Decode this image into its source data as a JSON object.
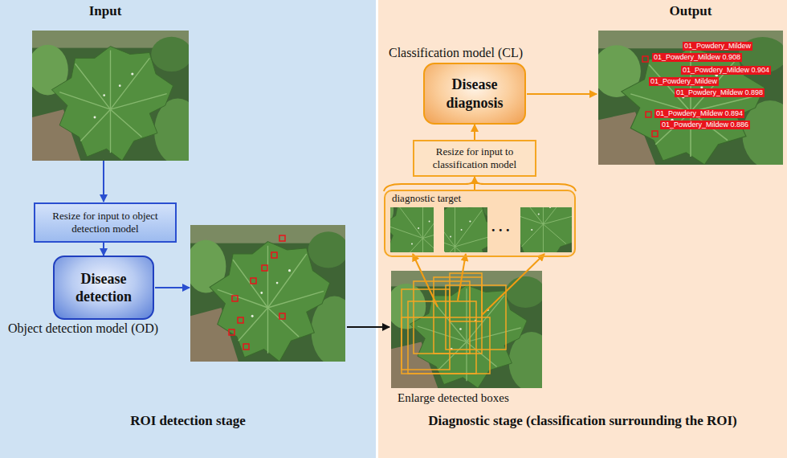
{
  "diagram": {
    "nodes": [
      {
        "text": [
          "Input",
          "ROI detection stage"
        ]
      },
      {
        "text": [
          "Resize for input to object detection model"
        ],
        "in": 0
      },
      {
        "text": [
          "Disease detection",
          "Object detection model (OD)"
        ],
        "in": 0
      },
      {
        "text": [
          "Output",
          "Diagnostic stage (classification surrounding the ROI)"
        ]
      },
      {
        "text": [
          "Classification model (CL)",
          "Disease diagnosis"
        ],
        "in": 3
      },
      {
        "text": [
          "Resize for input to classification model"
        ],
        "in": 3
      },
      {
        "text": [
          "diagnostic target",
          ". . ."
        ],
        "in": 3
      }
    ],
    "edges": [
      {
        "from": 1,
        "to": 2,
        "arrow": "to"
      },
      {
        "from": 6,
        "to": 5,
        "arrow": "to"
      },
      {
        "from": 5,
        "to": 4,
        "arrow": "to"
      }
    ],
    "labels": [
      "Enlarge detected boxes",
      "01_Powdery_Mildew",
      "01_Powdery_Mildew 0.908",
      "01_Powdery_Mildew 0.904",
      "01_Powdery_Mildew",
      "01_Powdery_Mildew 0.898",
      "01_Powdery_Mildew 0.894",
      "01_Powdery_Mildew 0.886"
    ]
  }
}
